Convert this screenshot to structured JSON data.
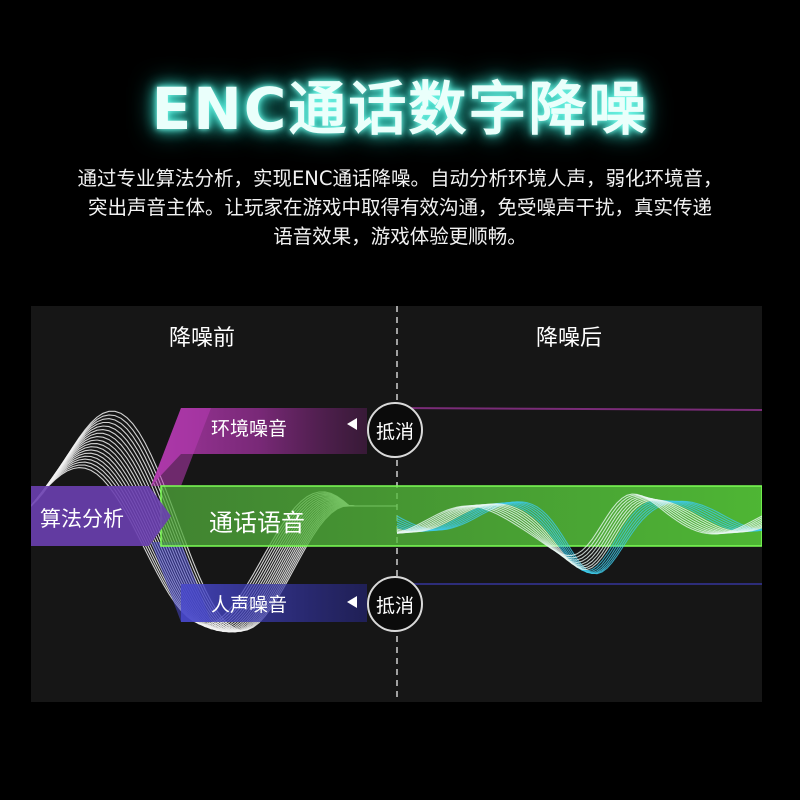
{
  "title": "ENC通话数字降噪",
  "description": [
    "通过专业算法分析，实现ENC通话降噪。自动分析环境人声，弱化环境音，",
    "突出声音主体。让玩家在游戏中取得有效沟通，免受噪声干扰，真实传递",
    "语音效果，游戏体验更顺畅。"
  ],
  "diagram": {
    "before_label": "降噪前",
    "after_label": "降噪后",
    "environment_noise": "环境噪音",
    "voice_noise": "人声噪音",
    "algorithm": "算法分析",
    "speech": "通话语音",
    "cancel_top": "抵消",
    "cancel_bottom": "抵消",
    "colors": {
      "environment": "#b83bb4",
      "voice_noise": "#4747c9",
      "speech": "#55c83a",
      "algorithm": "#6a3fb0",
      "glow": "#3fe9d6"
    }
  }
}
